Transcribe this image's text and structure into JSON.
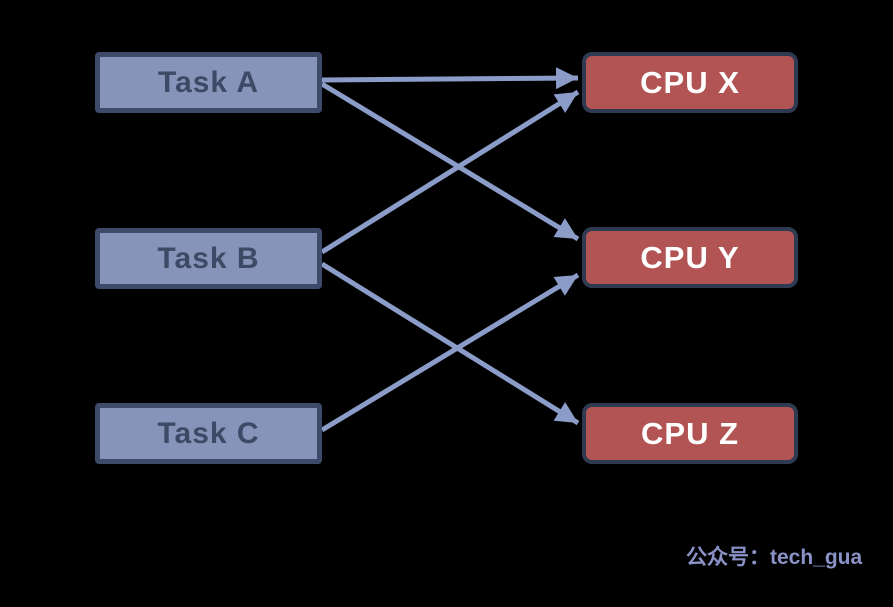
{
  "diagram": {
    "description": "Task to CPU assignment mapping diagram",
    "tasks": [
      {
        "id": "task-a",
        "label": "Task A"
      },
      {
        "id": "task-b",
        "label": "Task B"
      },
      {
        "id": "task-c",
        "label": "Task C"
      }
    ],
    "cpus": [
      {
        "id": "cpu-x",
        "label": "CPU X"
      },
      {
        "id": "cpu-y",
        "label": "CPU Y"
      },
      {
        "id": "cpu-z",
        "label": "CPU Z"
      }
    ],
    "edges": [
      {
        "from": "Task A",
        "to": "CPU X"
      },
      {
        "from": "Task A",
        "to": "CPU Y"
      },
      {
        "from": "Task B",
        "to": "CPU X"
      },
      {
        "from": "Task B",
        "to": "CPU Z"
      },
      {
        "from": "Task C",
        "to": "CPU Y"
      }
    ],
    "colors": {
      "background": "#000000",
      "task_fill": "#8794BA",
      "task_border": "#3E4A69",
      "task_text": "#3D4965",
      "cpu_fill": "#B25454",
      "cpu_border": "#2E3A52",
      "cpu_text": "#FFFFFF",
      "arrow": "#8C9CC9",
      "watermark_text_color": "#8A93C8"
    },
    "watermark": "公众号：tech_gua"
  }
}
